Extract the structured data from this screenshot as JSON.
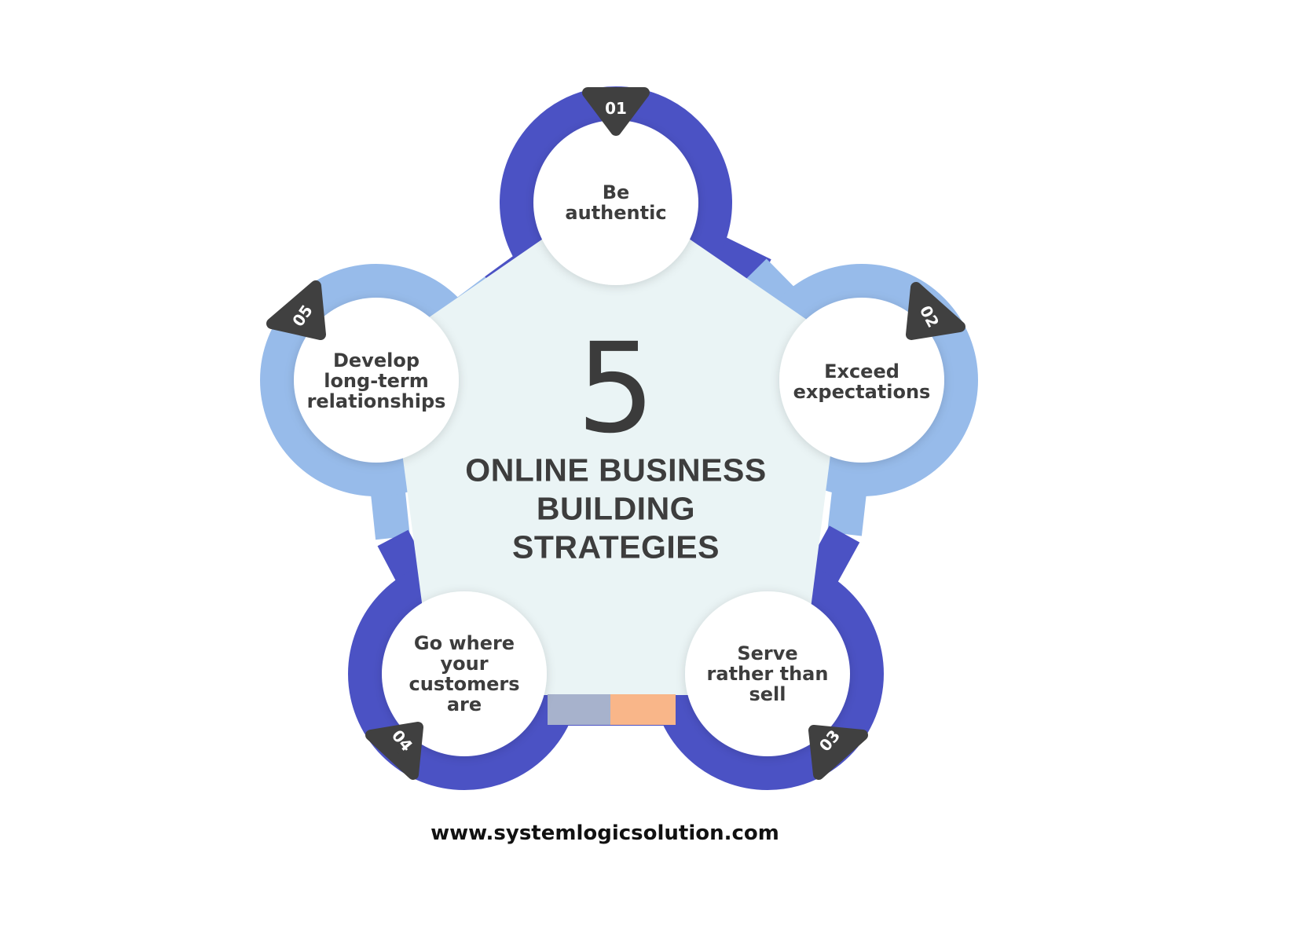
{
  "center": {
    "number": "5",
    "title": "ONLINE BUSINESS\nBUILDING\nSTRATEGIES"
  },
  "steps": [
    {
      "badge": "01",
      "label": "Be\nauthentic"
    },
    {
      "badge": "02",
      "label": "Exceed\nexpectations"
    },
    {
      "badge": "03",
      "label": "Serve\nrather than\nsell"
    },
    {
      "badge": "04",
      "label": "Go where\nyour\ncustomers\nare"
    },
    {
      "badge": "05",
      "label": "Develop\nlong-term\nrelationships"
    }
  ],
  "footer": {
    "url": "www.systemlogicsolution.com"
  },
  "colors": {
    "dark_blue": "#4b52c4",
    "light_blue": "#97bbea",
    "pentagon_fill": "#eaf4f5",
    "badge": "#404040",
    "text": "#3d3d3d",
    "accent_gray": "#a7b2cc",
    "accent_peach": "#f9b689"
  }
}
